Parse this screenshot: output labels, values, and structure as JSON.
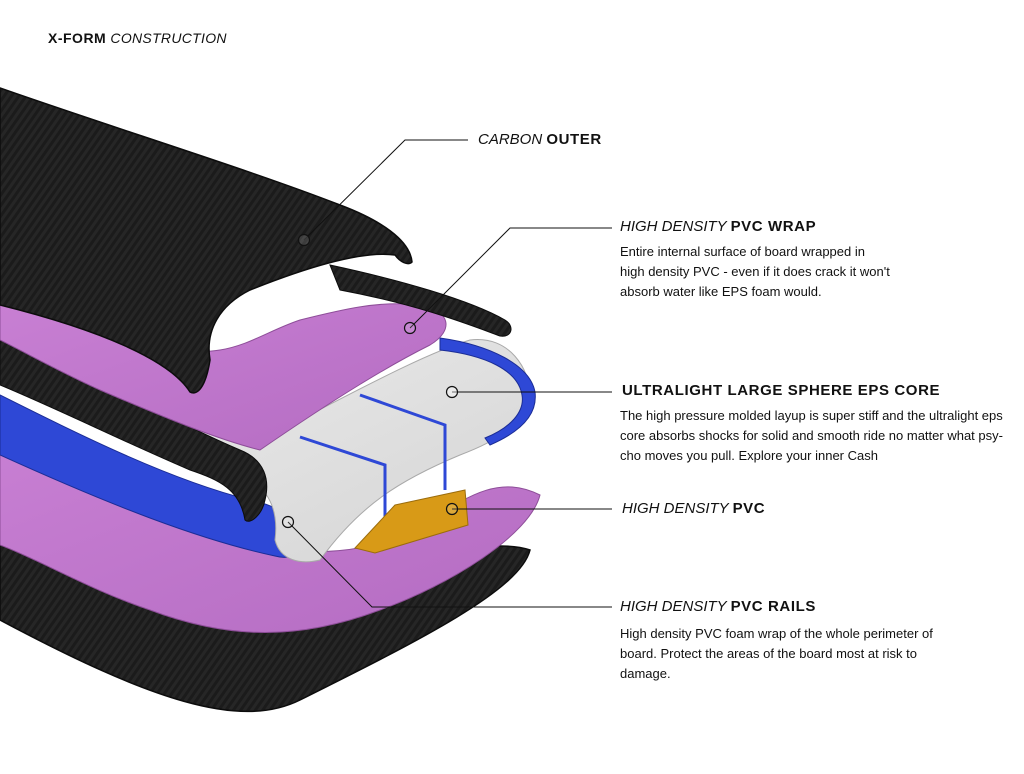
{
  "title": {
    "bold": "X-FORM",
    "thin": "CONSTRUCTION"
  },
  "layers": [
    {
      "id": "carbon-outer",
      "thin": "CARBON ",
      "bold": "OUTER",
      "desc": []
    },
    {
      "id": "pvc-wrap",
      "thin": "HIGH DENSITY ",
      "bold": "PVC WRAP",
      "desc": [
        "Entire internal surface of board wrapped in",
        "high density PVC - even if it does crack it won't",
        "absorb water like EPS foam would."
      ]
    },
    {
      "id": "eps-core",
      "thin": "",
      "bold": "ULTRALIGHT LARGE SPHERE EPS CORE",
      "desc": [
        "The high pressure molded layup is super stiff and the ultralight eps",
        "core absorbs shocks for solid and smooth ride no matter what psy-",
        "cho moves you pull.  Explore your inner Cash"
      ]
    },
    {
      "id": "pvc",
      "thin": "HIGH DENSITY ",
      "bold": "PVC",
      "desc": []
    },
    {
      "id": "pvc-rails",
      "thin": "HIGH DENSITY ",
      "bold": "PVC RAILS",
      "desc": [
        "High density PVC foam wrap of the whole perimeter of",
        "board.  Protect the areas of the board most at risk to",
        "damage."
      ]
    }
  ],
  "colors": {
    "carbon": "#1a1a1a",
    "pvc_wrap": "#c77ed1",
    "eps_core": "#e9e9e9",
    "rails": "#2e48d6",
    "pvc_insert": "#d89a17",
    "leader": "#111111"
  }
}
